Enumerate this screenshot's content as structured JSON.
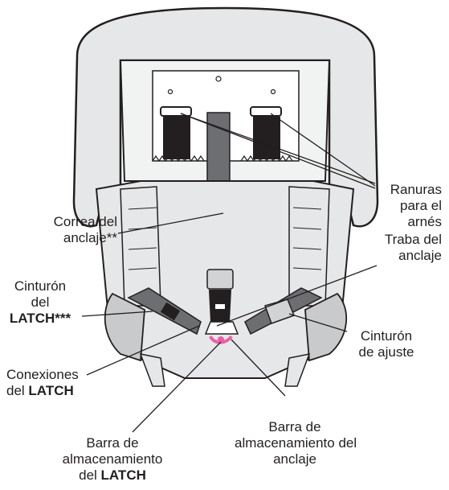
{
  "labels": {
    "harness_slots": {
      "lines": [
        "Ranuras",
        "para el",
        "arnés"
      ]
    },
    "tether_strap": {
      "lines": [
        "Correa del",
        "anclaje**"
      ]
    },
    "latch_belt": {
      "line1": "Cinturón",
      "line2": "del",
      "line3_bold": "LATCH***"
    },
    "tether_lock": {
      "lines": [
        "Traba del",
        "anclaje"
      ]
    },
    "adjust_belt": {
      "lines": [
        "Cinturón",
        "de ajuste"
      ]
    },
    "latch_connectors": {
      "line1": "Conexiones",
      "line2_prefix": "del ",
      "line2_bold": "LATCH"
    },
    "tether_storage_bar": {
      "lines": [
        "Barra de",
        "almacenamiento del",
        "anclaje"
      ]
    },
    "latch_storage_bar": {
      "line1": "Barra de",
      "line2": "almacenamiento",
      "line3_prefix": "del ",
      "line3_bold": "LATCH"
    }
  },
  "colors": {
    "shell": "#e6e7e8",
    "seat": "#c9cacc",
    "strap": "#6d6e71",
    "dark": "#231f20",
    "pink": "#ec5fa8"
  }
}
